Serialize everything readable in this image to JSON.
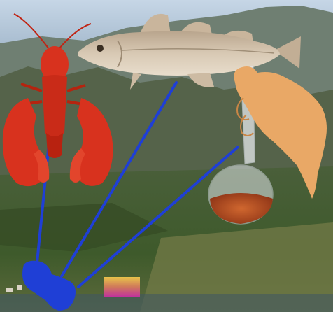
{
  "scene": {
    "colors": {
      "sky": "#a9c0d6",
      "mountain_far": "#6f7e72",
      "mountain_near": "#4c5a45",
      "valley_green": "#3f5a2c",
      "field_light": "#7f8a55",
      "lobster": "#d8321e",
      "fish": "#c9b8a2",
      "flask_liquid": "#b64a22",
      "skin": "#e9a866",
      "connector_blue": "#1f3fd6",
      "swatch_yellow": "#e8c34a",
      "swatch_magenta": "#c0329c"
    },
    "objects": [
      "lobster",
      "cod-fish",
      "hand-holding-flask",
      "blue-connector-lines",
      "blue-blob",
      "color-swatch"
    ]
  }
}
